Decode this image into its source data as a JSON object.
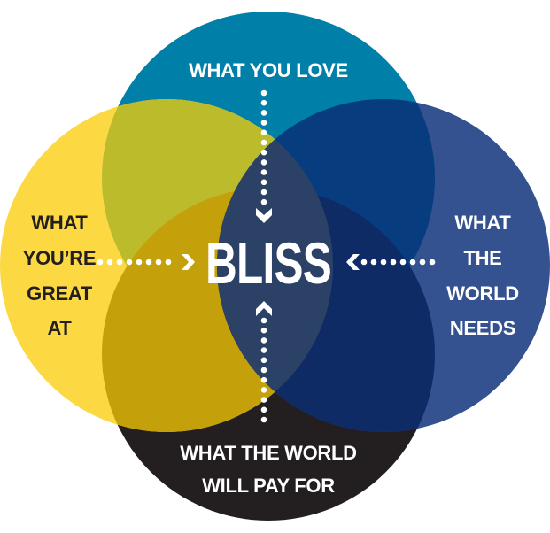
{
  "center_label": "BLISS",
  "circles": {
    "top": {
      "label_lines": [
        "WHAT YOU LOVE"
      ],
      "color": "#0080A8",
      "text_color": "#FFFFFF"
    },
    "left": {
      "label_lines": [
        "WHAT",
        "YOU’RE",
        "GREAT",
        "AT"
      ],
      "color": "#FCD843",
      "text_color": "#231F20"
    },
    "right": {
      "label_lines": [
        "WHAT",
        "THE",
        "WORLD",
        "NEEDS"
      ],
      "color": "#345190",
      "text_color": "#FFFFFF"
    },
    "bottom": {
      "label_lines": [
        "WHAT THE WORLD",
        "WILL PAY FOR"
      ],
      "color": "#231F20",
      "text_color": "#FFFFFF"
    }
  },
  "overlaps": {
    "top_left": "#BCBB2C",
    "top_right": "#073C7E",
    "left_bottom": "#C4A10A",
    "right_bottom": "#0F2B66",
    "center": "#2B4266"
  },
  "arrow_color": "#FFFFFF",
  "center_text_color": "#FFFFFF"
}
